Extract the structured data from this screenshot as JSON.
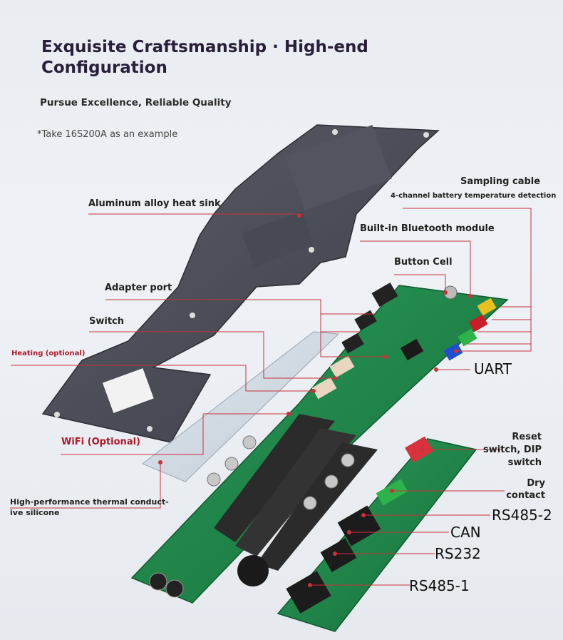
{
  "header": {
    "title": "Exquisite Craftsmanship · High-end Configuration",
    "subtitle": "Pursue Excellence, Reliable Quality",
    "note": "*Take 16S200A as an example"
  },
  "labels": {
    "sampling_cable": "Sampling cable",
    "temp_detection": "4-channel battery temperature detection",
    "heat_sink": "Aluminum alloy heat sink",
    "bluetooth": "Built-in Bluetooth module",
    "button_cell": "Button Cell",
    "adapter_port": "Adapter port",
    "switch": "Switch",
    "heating": "Heating (optional)",
    "uart": "UART",
    "wifi": "WiFi (Optional)",
    "reset_line1": "Reset",
    "reset_line2": "switch, DIP",
    "reset_line3": "switch",
    "dry_line1": "Dry",
    "dry_line2": "contact",
    "thermal_line1": "High-performance thermal conduct-",
    "thermal_line2": "ive silicone",
    "rs485_2": "RS485-2",
    "can": "CAN",
    "rs232": "RS232",
    "rs485_1": "RS485-1"
  },
  "colors": {
    "leader_line": "#c8323c",
    "pcb_green": "#1f8a4a",
    "heat_sink": "#4a4d55",
    "title": "#2a1f3a"
  }
}
